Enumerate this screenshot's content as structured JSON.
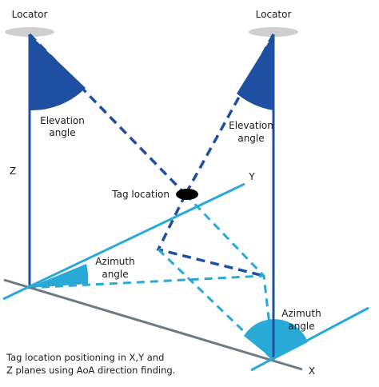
{
  "labels": {
    "locator_left": "Locator",
    "locator_right": "Locator",
    "elevation_left_line1": "Elevation",
    "elevation_left_line2": "angle",
    "elevation_right_line1": "Elevation",
    "elevation_right_line2": "angle",
    "z_axis": "Z",
    "y_axis": "Y",
    "x_axis": "X",
    "tag_location": "Tag location",
    "azimuth_left_line1": "Azimuth",
    "azimuth_left_line2": "angle",
    "azimuth_right_line1": "Azimuth",
    "azimuth_right_line2": "angle"
  },
  "caption": {
    "line1": "Tag location positioning in X,Y and",
    "line2": "Z planes using AoA direction finding."
  },
  "colors": {
    "dark_blue": "#1f4fa0",
    "light_blue": "#29a9d6",
    "gray_axis": "#6b7a86",
    "locator_disc": "#cfcfcf",
    "tag": "#000000"
  }
}
